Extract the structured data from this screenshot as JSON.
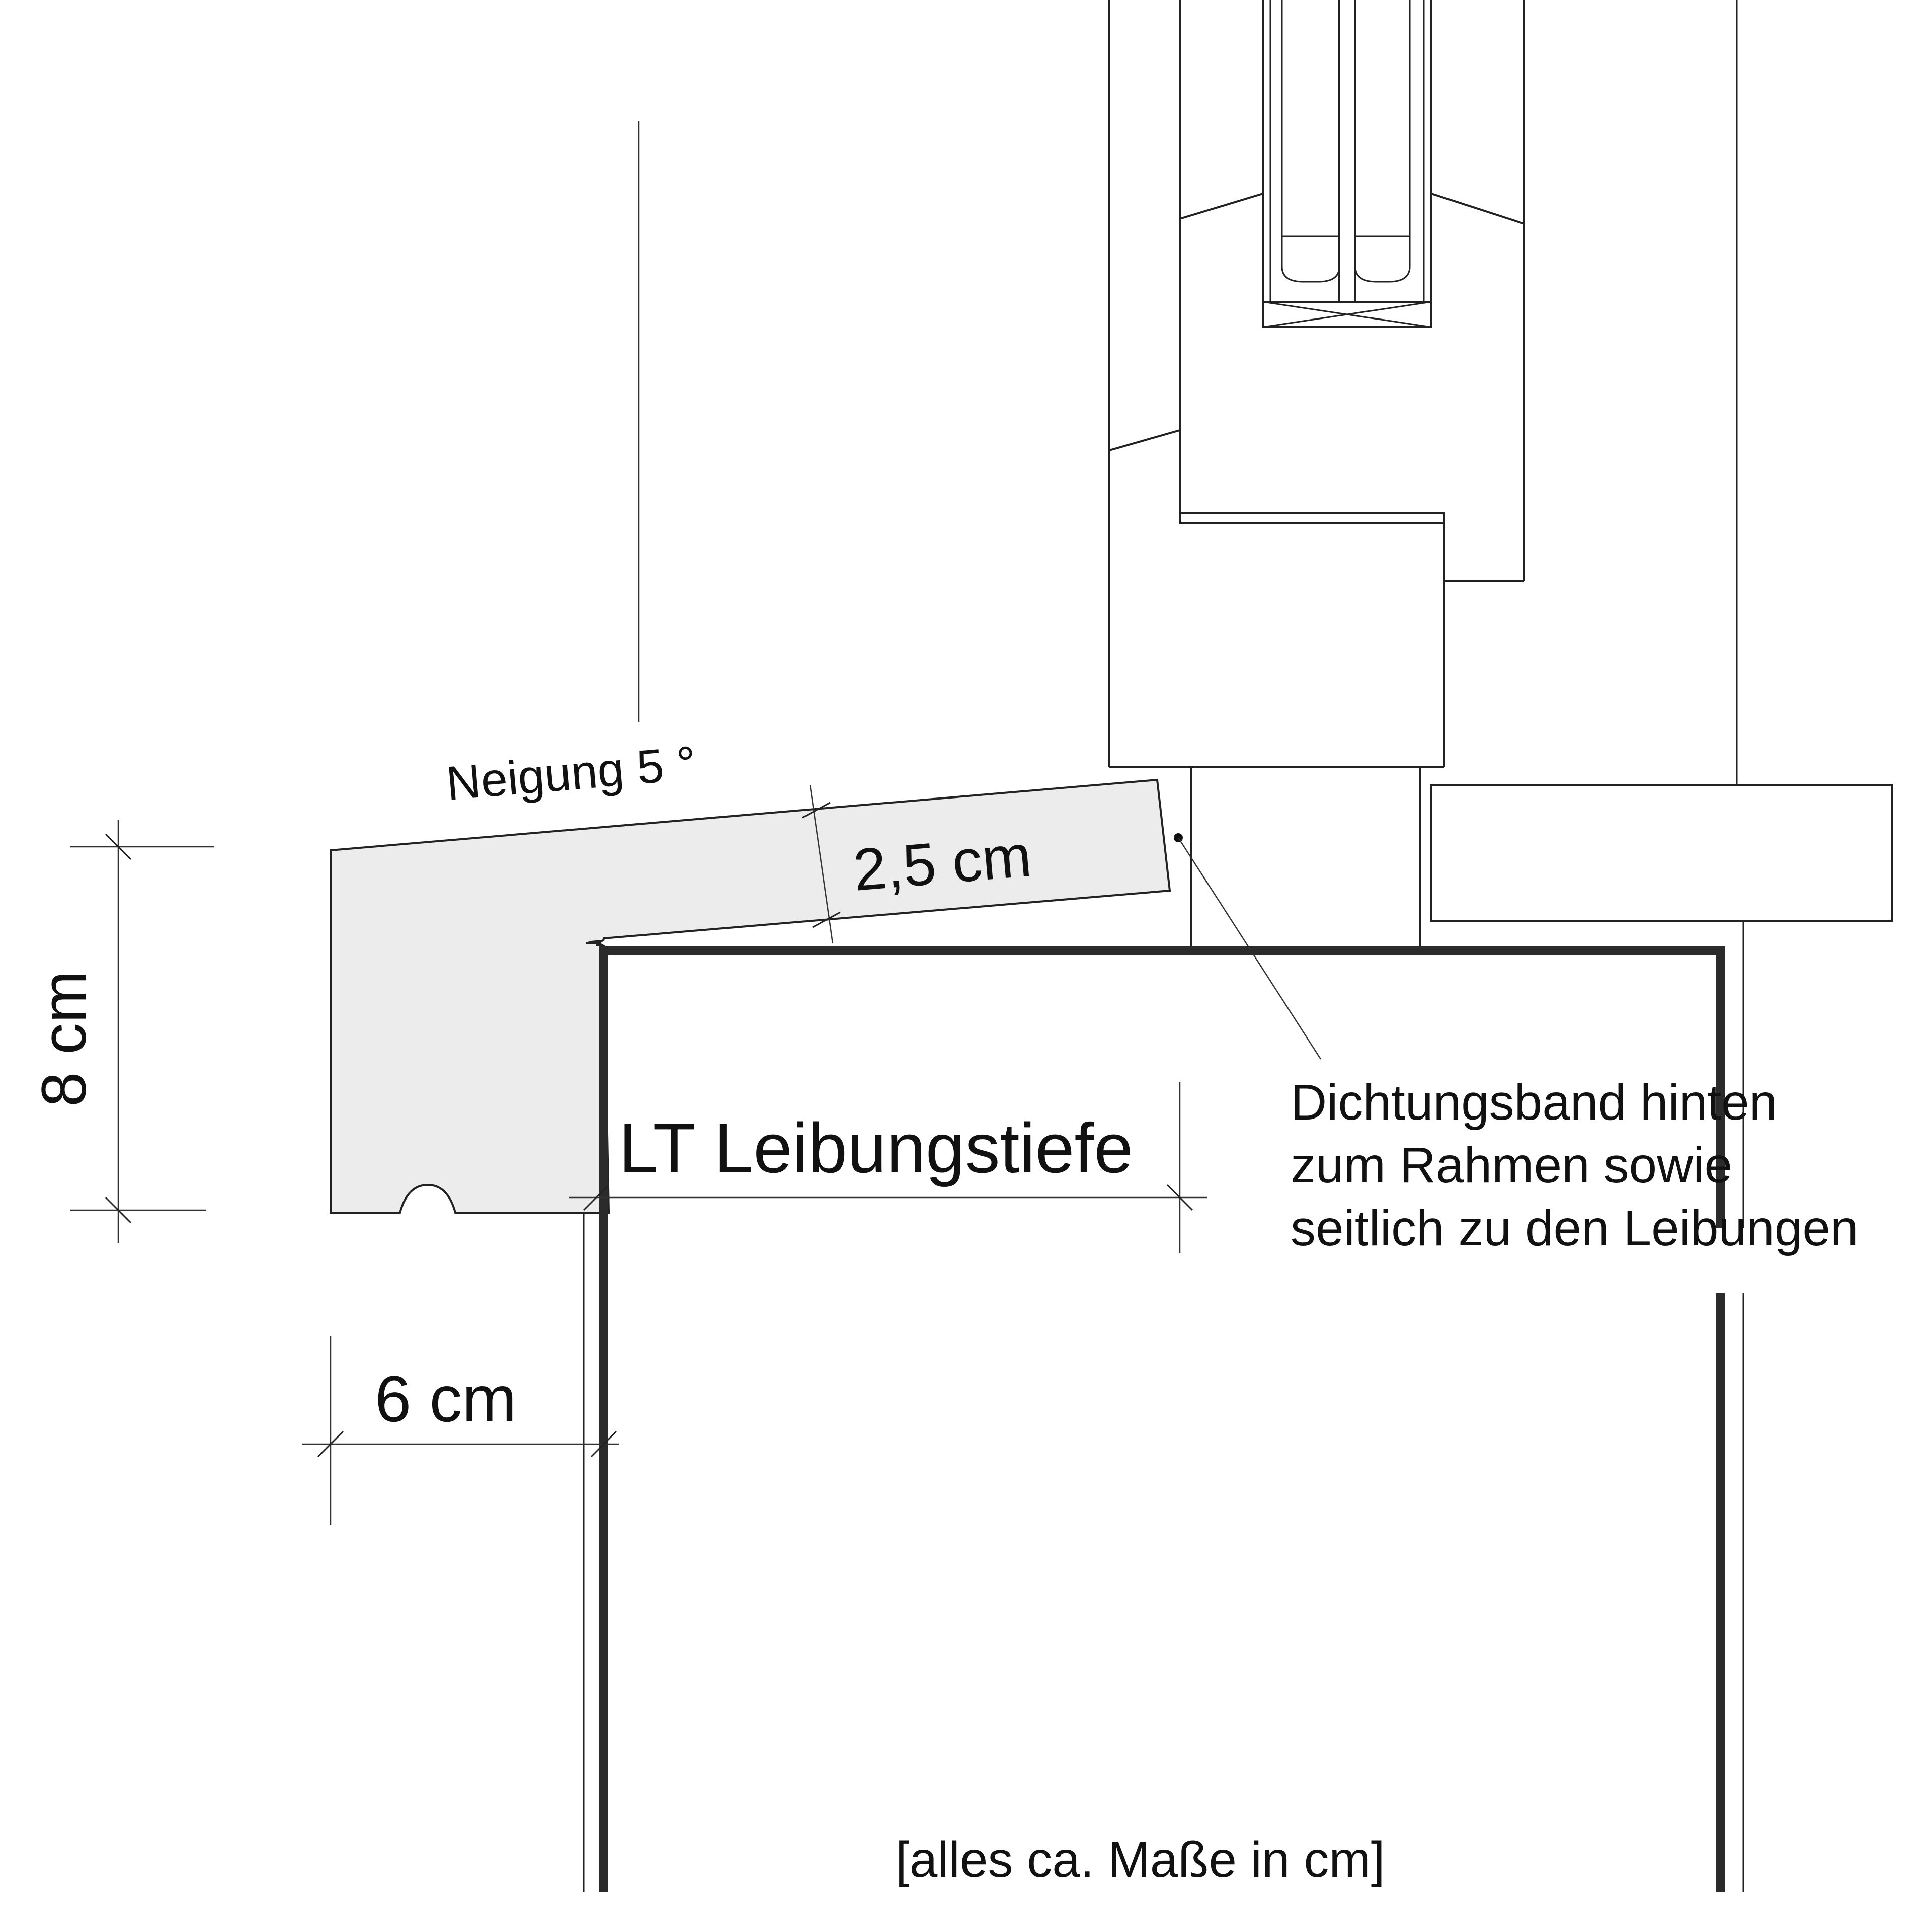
{
  "labels": {
    "slope": "Neigung 5 °",
    "thickness": "2,5 cm",
    "height": "8 cm",
    "overhang": "6 cm",
    "reveal_depth": "LT Leibungstiefe",
    "note_line1": "Dichtungsband hinten",
    "note_line2": "zum Rahmen sowie",
    "note_line3": "seitlich zu den Leibungen",
    "footer": "[alles ca. Maße in cm]"
  },
  "colors": {
    "sill_fill": "#ececec",
    "line": "#222222"
  }
}
